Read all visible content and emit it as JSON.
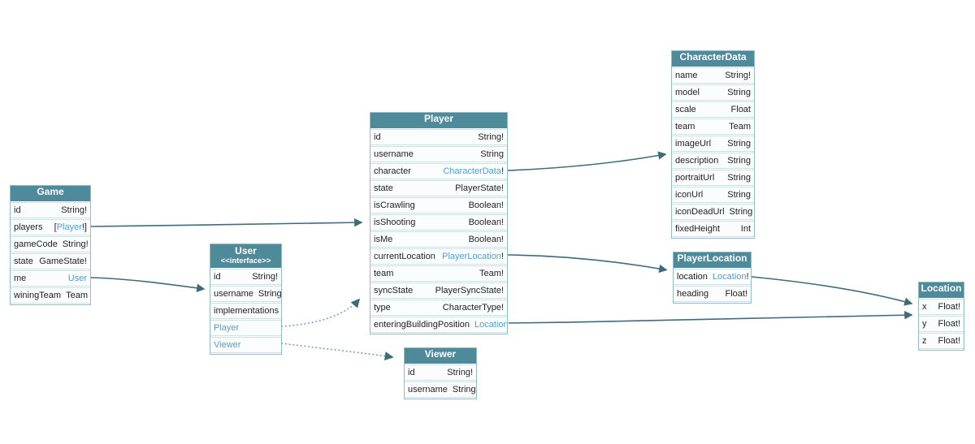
{
  "diagram": {
    "colors": {
      "header_bg": "#4f8a9b",
      "header_text": "#ffffff",
      "row_bg": "#fafcfd",
      "row_border": "#cde1e8",
      "table_border": "#93bcc9",
      "text": "#1f1f1f",
      "type_link": "#4fa0d5",
      "edge": "#3e6c7b",
      "edge_dotted": "#7fa0ab"
    },
    "entities": [
      {
        "id": "game",
        "title": "Game",
        "fields": [
          {
            "kind": "plain",
            "name": "id",
            "type": "String!"
          },
          {
            "kind": "link",
            "name": "players",
            "pre": "[",
            "link": "Player",
            "suf": "!]"
          },
          {
            "kind": "plain",
            "name": "gameCode",
            "type": "String!"
          },
          {
            "kind": "plain",
            "name": "state",
            "type": "GameState!"
          },
          {
            "kind": "link",
            "name": "me",
            "pre": "",
            "link": "User",
            "suf": ""
          },
          {
            "kind": "plain",
            "name": "winingTeam",
            "type": "Team"
          }
        ]
      },
      {
        "id": "user",
        "title": "User",
        "subtitle": "<<interface>>",
        "fields": [
          {
            "kind": "plain",
            "name": "id",
            "type": "String!"
          },
          {
            "kind": "plain",
            "name": "username",
            "type": "String"
          },
          {
            "kind": "label",
            "name": "implementations"
          },
          {
            "kind": "linkrow",
            "link": "Player"
          },
          {
            "kind": "linkrow",
            "link": "Viewer"
          }
        ]
      },
      {
        "id": "player",
        "title": "Player",
        "fields": [
          {
            "kind": "plain",
            "name": "id",
            "type": "String!"
          },
          {
            "kind": "plain",
            "name": "username",
            "type": "String"
          },
          {
            "kind": "link",
            "name": "character",
            "pre": "",
            "link": "CharacterData",
            "suf": "!"
          },
          {
            "kind": "plain",
            "name": "state",
            "type": "PlayerState!"
          },
          {
            "kind": "plain",
            "name": "isCrawling",
            "type": "Boolean!"
          },
          {
            "kind": "plain",
            "name": "isShooting",
            "type": "Boolean!"
          },
          {
            "kind": "plain",
            "name": "isMe",
            "type": "Boolean!"
          },
          {
            "kind": "link",
            "name": "currentLocation",
            "pre": "",
            "link": "PlayerLocation",
            "suf": "!"
          },
          {
            "kind": "plain",
            "name": "team",
            "type": "Team!"
          },
          {
            "kind": "plain",
            "name": "syncState",
            "type": "PlayerSyncState!"
          },
          {
            "kind": "plain",
            "name": "type",
            "type": "CharacterType!"
          },
          {
            "kind": "link",
            "name": "enteringBuildingPosition",
            "pre": "",
            "link": "Location",
            "suf": ""
          }
        ]
      },
      {
        "id": "viewer",
        "title": "Viewer",
        "fields": [
          {
            "kind": "plain",
            "name": "id",
            "type": "String!"
          },
          {
            "kind": "plain",
            "name": "username",
            "type": "String"
          }
        ]
      },
      {
        "id": "characterdata",
        "title": "CharacterData",
        "fields": [
          {
            "kind": "plain",
            "name": "name",
            "type": "String!"
          },
          {
            "kind": "plain",
            "name": "model",
            "type": "String"
          },
          {
            "kind": "plain",
            "name": "scale",
            "type": "Float"
          },
          {
            "kind": "plain",
            "name": "team",
            "type": "Team"
          },
          {
            "kind": "plain",
            "name": "imageUrl",
            "type": "String"
          },
          {
            "kind": "plain",
            "name": "description",
            "type": "String"
          },
          {
            "kind": "plain",
            "name": "portraitUrl",
            "type": "String"
          },
          {
            "kind": "plain",
            "name": "iconUrl",
            "type": "String"
          },
          {
            "kind": "plain",
            "name": "iconDeadUrl",
            "type": "String"
          },
          {
            "kind": "plain",
            "name": "fixedHeight",
            "type": "Int"
          }
        ]
      },
      {
        "id": "playerlocation",
        "title": "PlayerLocation",
        "fields": [
          {
            "kind": "link",
            "name": "location",
            "pre": "",
            "link": "Location",
            "suf": "!"
          },
          {
            "kind": "plain",
            "name": "heading",
            "type": "Float!"
          }
        ]
      },
      {
        "id": "location",
        "title": "Location",
        "fields": [
          {
            "kind": "plain",
            "name": "x",
            "type": "Float!"
          },
          {
            "kind": "plain",
            "name": "y",
            "type": "Float!"
          },
          {
            "kind": "plain",
            "name": "z",
            "type": "Float!"
          }
        ]
      }
    ],
    "edges": [
      {
        "id": "game-players-to-player",
        "from": "Game.players",
        "to": "Player",
        "style": "solid"
      },
      {
        "id": "game-me-to-user",
        "from": "Game.me",
        "to": "User",
        "style": "solid"
      },
      {
        "id": "player-character-to-characterdata",
        "from": "Player.character",
        "to": "CharacterData",
        "style": "solid"
      },
      {
        "id": "player-currentlocation-to-playerlocation",
        "from": "Player.currentLocation",
        "to": "PlayerLocation",
        "style": "solid"
      },
      {
        "id": "player-enteringbuildingposition-to-location",
        "from": "Player.enteringBuildingPosition",
        "to": "Location",
        "style": "solid"
      },
      {
        "id": "playerlocation-location-to-location",
        "from": "PlayerLocation.location",
        "to": "Location",
        "style": "solid"
      },
      {
        "id": "user-impl-player",
        "from": "User.Player",
        "to": "Player",
        "style": "dotted"
      },
      {
        "id": "user-impl-viewer",
        "from": "User.Viewer",
        "to": "Viewer",
        "style": "dotted"
      }
    ]
  }
}
